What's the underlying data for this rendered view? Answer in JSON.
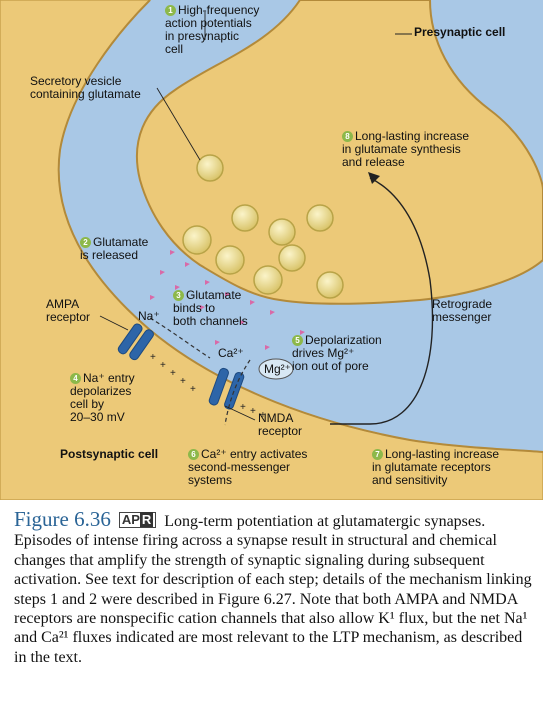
{
  "labels": {
    "presynaptic_cell": "Presynaptic cell",
    "postsynaptic_cell": "Postsynaptic cell",
    "secretory_vesicle": "Secretory vesicle\ncontaining glutamate",
    "ampa_receptor": "AMPA\nreceptor",
    "nmda_receptor": "NMDA\nreceptor",
    "retrograde_messenger": "Retrograde\nmessenger",
    "na_ion": "Na⁺",
    "ca_ion": "Ca²⁺",
    "mg_ion": "Mg²⁺"
  },
  "steps": [
    {
      "num": "1",
      "text": "High-frequency\naction potentials\nin presynaptic\ncell"
    },
    {
      "num": "2",
      "text": "Glutamate\nis released"
    },
    {
      "num": "3",
      "text": "Glutamate\nbinds to\nboth channels"
    },
    {
      "num": "4",
      "text": "Na⁺ entry\ndepolarizes\ncell by\n20–30 mV"
    },
    {
      "num": "5",
      "text": "Depolarization\ndrives Mg²⁺\nion out of pore"
    },
    {
      "num": "6",
      "text": "Ca²⁺ entry activates\nsecond-messenger\nsystems"
    },
    {
      "num": "7",
      "text": "Long-lasting increase\nin glutamate receptors\nand sensitivity"
    },
    {
      "num": "8",
      "text": "Long-lasting increase\nin glutamate synthesis\nand release"
    }
  ],
  "caption": {
    "figure_label": "Figure 6.36",
    "badge_left": "AP",
    "badge_right": "R",
    "title": "Long-term potentiation at glutamatergic synapses.",
    "body": "Episodes of intense firing across a synapse result in structural and chemical changes that amplify the strength of synaptic signaling during subsequent activation. See text for description of each step; details of the mechanism linking steps 1 and 2 were described in Figure 6.27. Note that both AMPA and NMDA receptors are nonspecific cation channels that also allow K¹ flux, but the net Na¹ and Ca²¹ fluxes indicated are most relevant to the LTP mechanism, as described in the text."
  },
  "colors": {
    "background": "#a9c8e6",
    "presynaptic": "#ecc978",
    "postsynaptic": "#ecc978",
    "vesicle": "#e9dc93",
    "receptor": "#2d65a8",
    "step_badge": "#8db84a",
    "figure_label": "#2a6496"
  }
}
